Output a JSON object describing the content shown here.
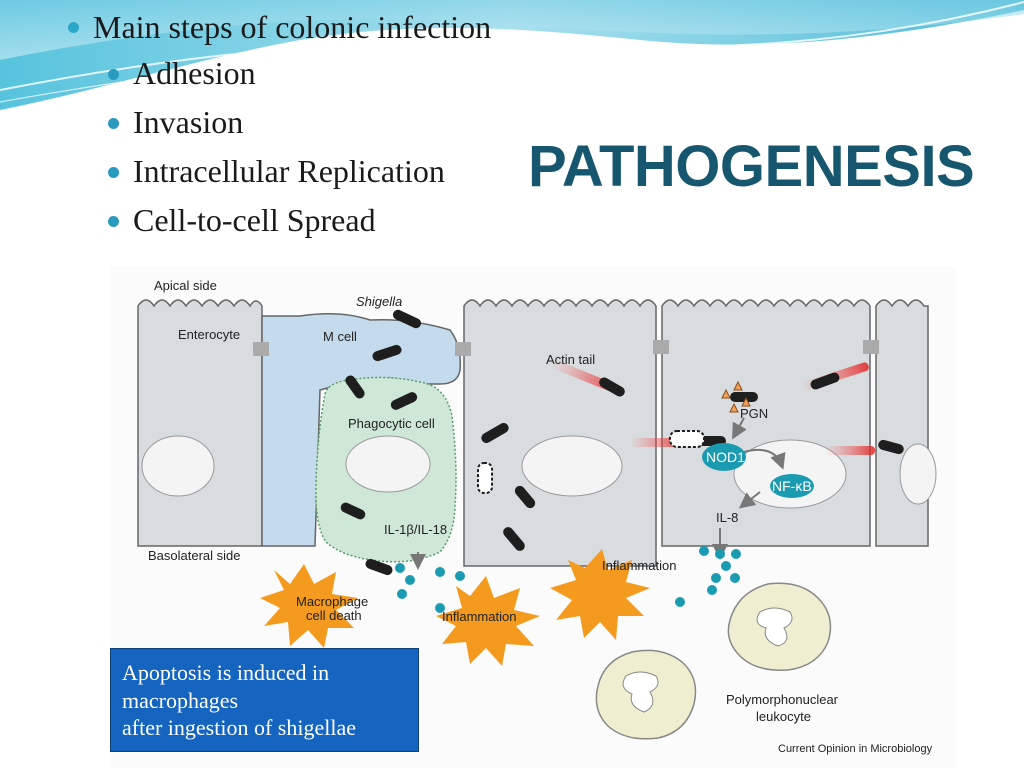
{
  "slide": {
    "title": "PATHOGENESIS",
    "main_bullet": "Main steps of colonic infection",
    "sub_bullets": [
      "Adhesion",
      "Invasion",
      "Intracellular Replication",
      "Cell-to-cell Spread"
    ]
  },
  "diagram": {
    "labels": {
      "apical_side": "Apical side",
      "enterocyte": "Enterocyte",
      "shigella": "Shigella",
      "m_cell": "M cell",
      "actin_tail": "Actin tail",
      "pgn": "PGN",
      "phagocytic_cell": "Phagocytic cell",
      "nod1": "NOD1",
      "nfkb": "NF-κB",
      "il8": "IL-8",
      "il1_il18": "IL-1β/IL-18",
      "basolateral_side": "Basolateral side",
      "inflammation_right": "Inflammation",
      "macrophage_death_line1": "Macrophage",
      "macrophage_death_line2": "cell death",
      "inflammation_left": "Inflammation",
      "pmn_line1": "Polymorphonuclear",
      "pmn_line2": "leukocyte",
      "credit": "Current Opinion in Microbiology"
    }
  },
  "callout": {
    "lines": [
      "Apoptosis is induced in",
      "macrophages",
      "after ingestion of shigellae"
    ]
  }
}
